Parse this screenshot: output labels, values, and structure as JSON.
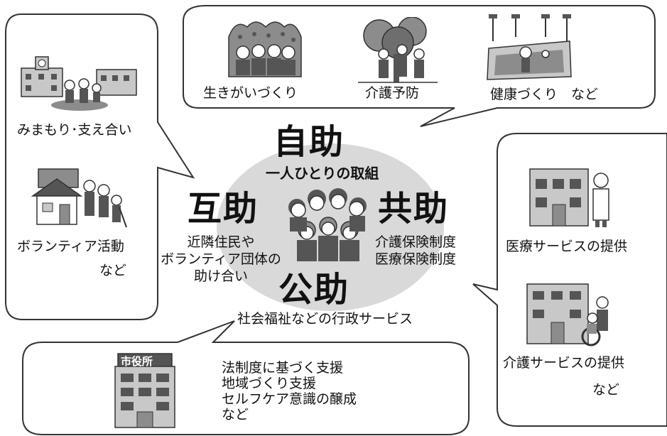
{
  "center": {
    "jijo": {
      "title": "自助",
      "subtitle": "一人ひとりの取組"
    },
    "gojo": {
      "title": "互助",
      "lines": [
        "近隣住民や",
        "ボランティア団体の",
        "助け合い"
      ]
    },
    "kyojo": {
      "title": "共助",
      "lines": [
        "介護保険制度",
        "医療保険制度"
      ]
    },
    "kojo": {
      "title": "公助",
      "subtitle": "社会福祉などの行政サービス"
    }
  },
  "top_bubble": {
    "items": [
      "生きがいづくり",
      "介護予防",
      "健康づくり　など"
    ],
    "icons": [
      "senior-choir-icon",
      "senior-walking-icon",
      "soccer-stadium-icon"
    ]
  },
  "left_bubble": {
    "items": [
      "みまもり･支え合い",
      "ボランティア活動",
      "など"
    ],
    "icons": [
      "school-children-town-icon",
      "house-volunteers-icon"
    ]
  },
  "right_bubble": {
    "items": [
      "医療サービスの提供",
      "介護サービスの提供",
      "など"
    ],
    "icons": [
      "clinic-doctor-icon",
      "care-facility-wheelchair-icon"
    ]
  },
  "bottom_bubble": {
    "building_sign": "市役所",
    "lines": [
      "法制度に基づく支援",
      "地域づくり支援",
      "セルフケア意識の醸成",
      "など"
    ],
    "icons": [
      "city-hall-icon"
    ]
  },
  "colors": {
    "ellipse": "#d9d9d9",
    "stroke": "#333333",
    "fill_dark": "#555555",
    "fill_mid": "#8c8c8c",
    "fill_light": "#c8c8c8"
  }
}
